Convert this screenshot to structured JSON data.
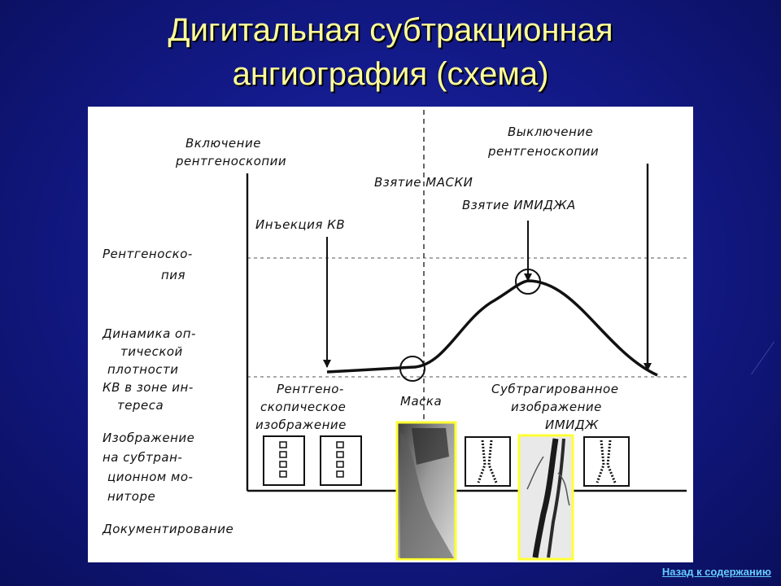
{
  "slide": {
    "title_line1": "Дигитальная субтракционная",
    "title_line2": "ангиография (схема)",
    "back_link": "Назад к содержанию"
  },
  "diagram": {
    "events": {
      "fluoro_on_1": "Включение",
      "fluoro_on_2": "рентгеноскопии",
      "mask_taken": "Взятие МАСКИ",
      "fluoro_off_1": "Выключение",
      "fluoro_off_2": "рентгеноскопии",
      "image_taken": "Взятие ИМИДЖА",
      "injection": "Инъекция КВ"
    },
    "rows": {
      "fluoroscopy_1": "Рентгеноско-",
      "fluoroscopy_2": "пия",
      "density_1": "Динамика оп-",
      "density_2": "тической",
      "density_3": "плотности",
      "density_4": "КВ в зоне ин-",
      "density_5": "тереса",
      "monitor_1": "Изображение",
      "monitor_2": "на субтран-",
      "monitor_3": "ционном мо-",
      "monitor_4": "ниторе",
      "documenting": "Документирование"
    },
    "stages": {
      "fluoro_image_1": "Рентгено-",
      "fluoro_image_2": "скопическое",
      "fluoro_image_3": "изображение",
      "mask": "Маска",
      "subtracted_1": "Субтрагированное",
      "subtracted_2": "изображение",
      "subtracted_3": "ИМИДЖ"
    },
    "colors": {
      "photo_frame": "#ffff33",
      "ink": "#111111"
    }
  }
}
